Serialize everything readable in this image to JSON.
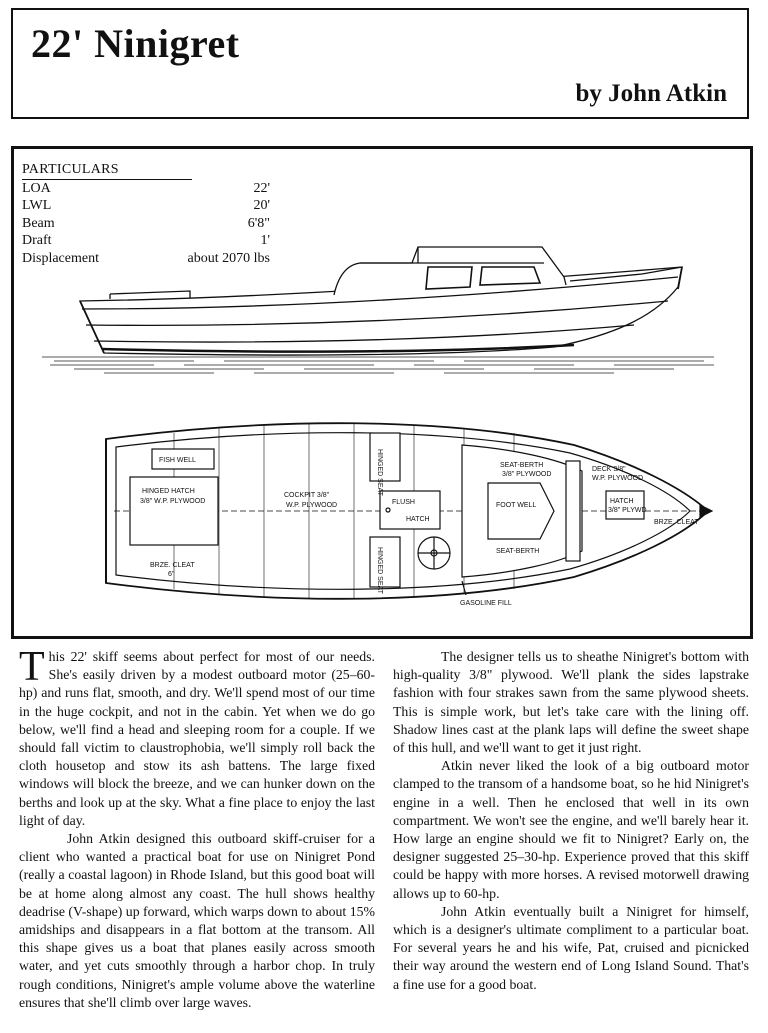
{
  "header": {
    "title": "22' Ninigret",
    "byline": "by John Atkin"
  },
  "particulars": {
    "heading": "PARTICULARS",
    "rows": [
      {
        "label": "LOA",
        "value": "22'"
      },
      {
        "label": "LWL",
        "value": "20'"
      },
      {
        "label": "Beam",
        "value": "6'8\""
      },
      {
        "label": "Draft",
        "value": "1'"
      },
      {
        "label": "Displacement",
        "value": "about 2070 lbs"
      }
    ]
  },
  "plan_labels": {
    "fish_well": "FISH WELL",
    "hinged_hatch": "HINGED HATCH",
    "hinged_hatch_spec": "3/8\" W.P. PLYWOOD",
    "cockpit": "COCKPIT 3/8\"",
    "cockpit_spec": "W.P. PLYWOOD",
    "hinged_seat_top": "HINGED SEAT",
    "flush": "FLUSH",
    "hatch": "HATCH",
    "hinged_seat_bottom": "HINGED SEAT",
    "seat_berth_top": "SEAT-BERTH",
    "seat_berth_spec": "3/8\" PLYWOOD",
    "foot_well": "FOOT WELL",
    "seat_berth_bottom": "SEAT-BERTH",
    "deck": "DECK 3/8\"",
    "deck_spec": "W.P. PLYWOOD",
    "hatch_fwd": "HATCH",
    "hatch_fwd_spec": "3/8\" PLYWD",
    "bronze_cleat_aft": "BRZE. CLEAT",
    "bronze_cleat_aft_size": "6\"",
    "bronze_cleat_fwd": "BRZE. CLEAT",
    "gasoline_fill": "GASOLINE FILL"
  },
  "article": {
    "dropcap": "T",
    "col1": [
      "his 22' skiff seems about perfect for most of our needs. She's easily driven by a modest outboard motor (25–60-hp) and runs flat, smooth, and dry. We'll spend most of our time in the huge cockpit, and not in the cabin. Yet when we do go below, we'll find a head and sleeping room for a couple. If we should fall victim to claustrophobia, we'll simply roll back the cloth housetop and stow its ash battens. The large fixed windows will block the breeze, and we can hunker down on the berths and look up at the sky. What a fine place to enjoy the last light of day.",
      "John Atkin designed this outboard skiff-cruiser for a client who wanted a practical boat for use on Ninigret Pond (really a coastal lagoon) in Rhode Island, but this good boat will be at home along almost any coast. The hull shows healthy deadrise (V-shape) up forward, which warps down to about 15% amidships and disappears in a flat bottom at the transom. All this shape gives us a boat that planes easily across smooth water, and yet cuts smoothly through a harbor chop. In truly rough conditions, Ninigret's ample volume above the waterline ensures that she'll climb over large waves."
    ],
    "col2": [
      "The designer tells us to sheathe Ninigret's bottom with high-quality 3/8\" plywood. We'll plank the sides lapstrake fashion with four strakes sawn from the same plywood sheets. This is simple work, but let's take care with the lining off. Shadow lines cast at the plank laps will define the sweet shape of this hull, and we'll want to get it just right.",
      "Atkin never liked the look of a big outboard motor clamped to the transom of a handsome boat, so he hid Ninigret's engine in a well. Then he enclosed that well in its own compartment. We won't see the engine, and we'll barely hear it. How large an engine should we fit to Ninigret? Early on, the designer suggested 25–30-hp. Experience proved that this skiff could be happy with more horses. A revised motorwell drawing allows up to 60-hp.",
      "John Atkin eventually built a Ninigret for himself, which is a designer's ultimate compliment to a particular boat. For several years he and his wife, Pat, cruised and picnicked their way around the western end of Long Island Sound. That's a fine use for a good boat."
    ]
  }
}
